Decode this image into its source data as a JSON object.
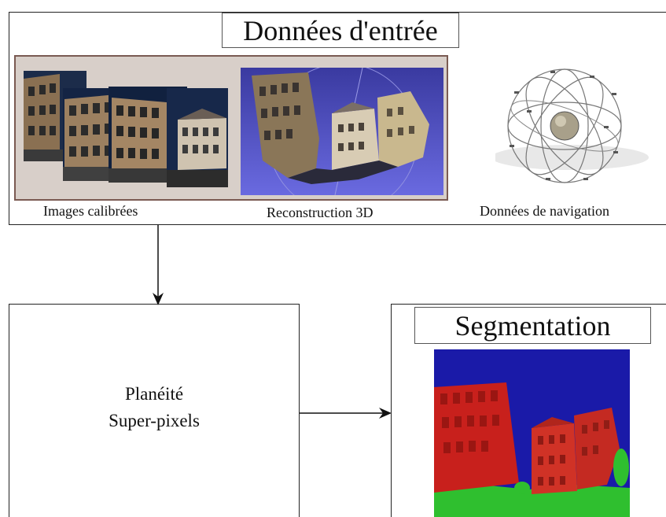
{
  "input_panel": {
    "title": "Données d'entrée",
    "captions": {
      "images": "Images calibrées",
      "reconstruction": "Reconstruction 3D",
      "navigation": "Données de navigation"
    }
  },
  "process_box": {
    "line1": "Planéité",
    "line2": "Super-pixels"
  },
  "segmentation_box": {
    "title": "Segmentation"
  },
  "colors": {
    "panel_bg": "#d8cfc9",
    "panel_border": "#7a5a52",
    "segmentation_sky": "#1a1aa8",
    "segmentation_building": "#c8201c",
    "segmentation_ground": "#2fbf2f"
  }
}
